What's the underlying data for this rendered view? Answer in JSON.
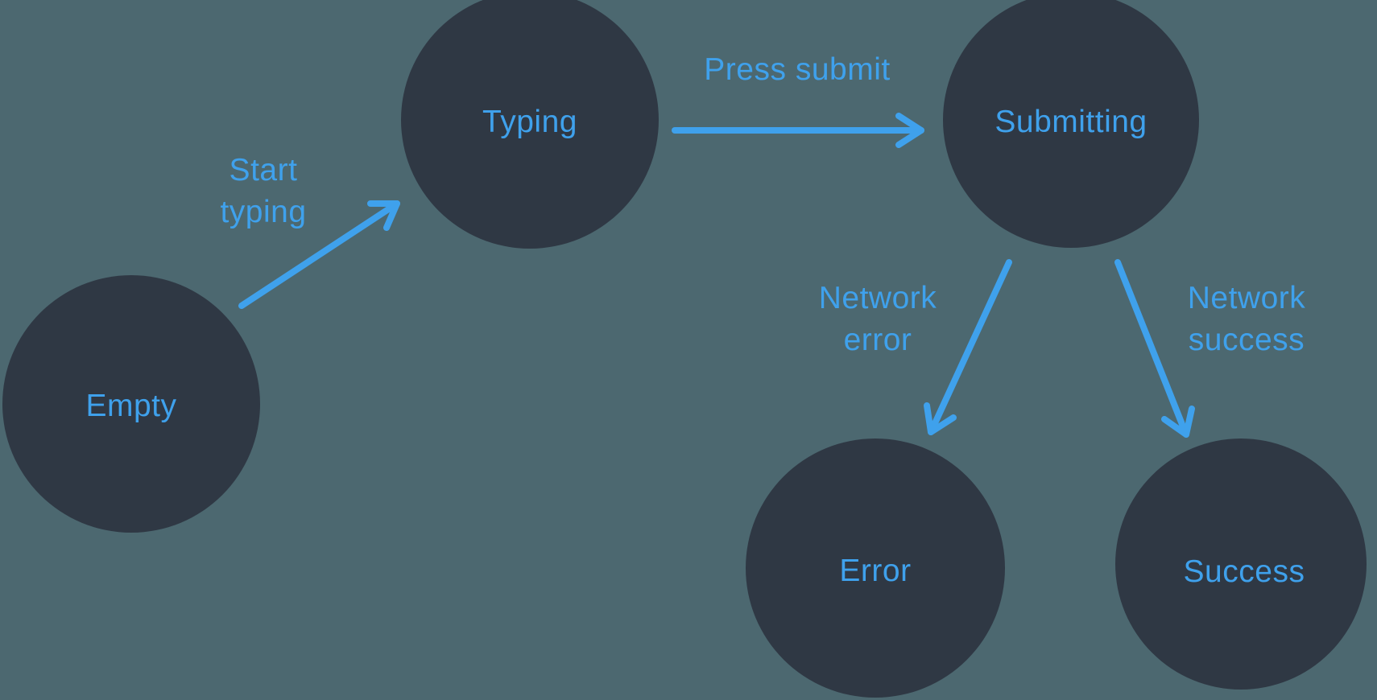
{
  "diagram": {
    "type": "state-machine",
    "nodes": [
      {
        "id": "empty",
        "label": "Empty"
      },
      {
        "id": "typing",
        "label": "Typing"
      },
      {
        "id": "submitting",
        "label": "Submitting"
      },
      {
        "id": "error",
        "label": "Error"
      },
      {
        "id": "success",
        "label": "Success"
      }
    ],
    "edges": [
      {
        "id": "start-typing",
        "label": "Start\ntyping",
        "from": "empty",
        "to": "typing"
      },
      {
        "id": "press-submit",
        "label": "Press submit",
        "from": "typing",
        "to": "submitting"
      },
      {
        "id": "network-error",
        "label": "Network\nerror",
        "from": "submitting",
        "to": "error"
      },
      {
        "id": "network-success",
        "label": "Network\nsuccess",
        "from": "submitting",
        "to": "success"
      }
    ]
  },
  "colors": {
    "background": "#4C6870",
    "node_fill": "#2F3844",
    "accent_blue": "#3FA1EC"
  }
}
